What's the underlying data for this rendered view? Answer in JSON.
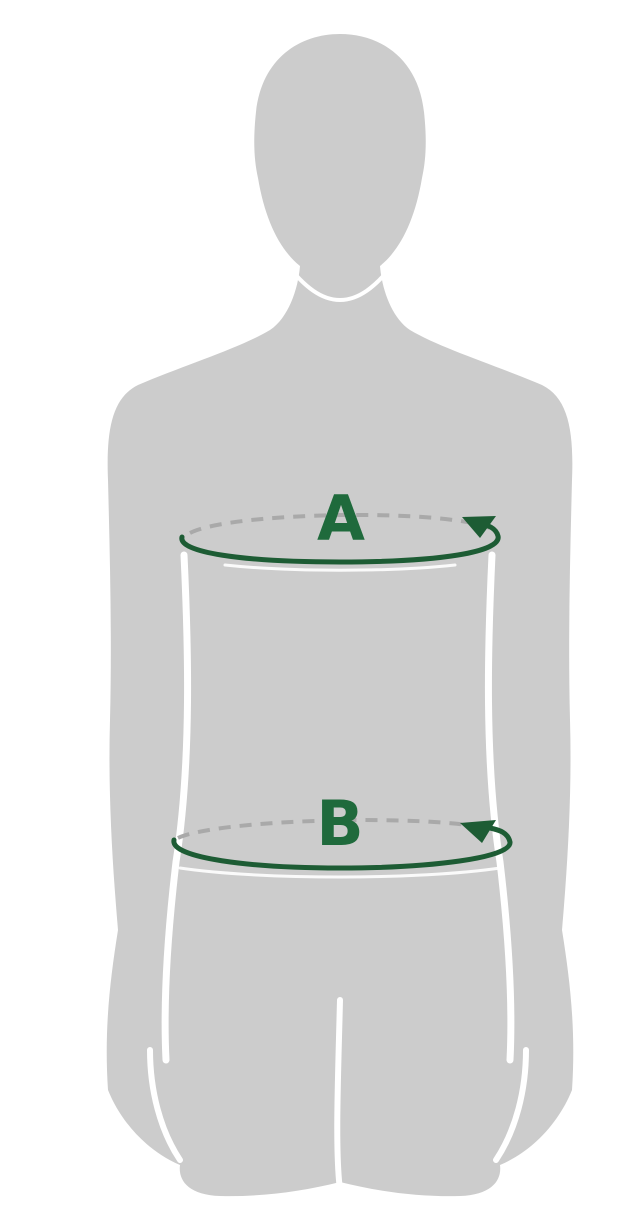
{
  "diagram": {
    "colors": {
      "silhouette": "#cccccc",
      "highlight": "#ffffff",
      "measure_line": "#1d5c34",
      "measure_label": "#1f6a3c",
      "dashed_line": "#a9a9a9",
      "background": "#ffffff"
    },
    "measurements": [
      {
        "id": "a",
        "label": "A",
        "icon": "tape-loop-icon"
      },
      {
        "id": "b",
        "label": "B",
        "icon": "tape-loop-icon"
      }
    ]
  }
}
